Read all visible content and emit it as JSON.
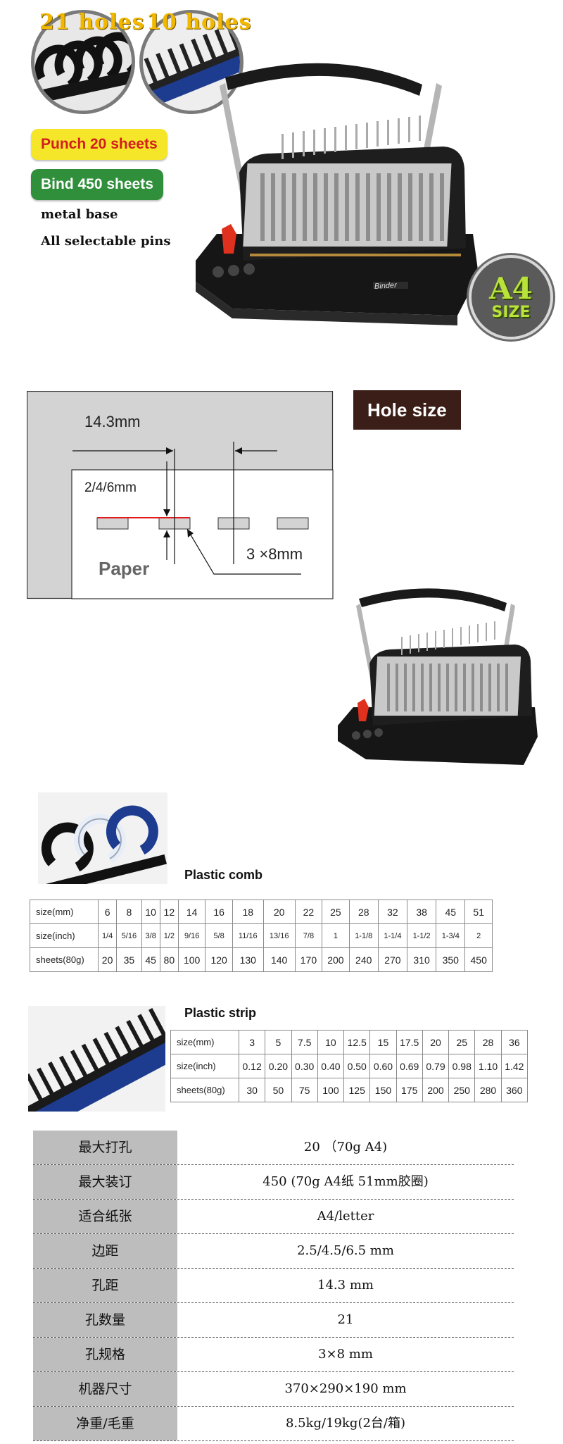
{
  "hero": {
    "holes_21": "21 holes",
    "holes_10": "10 holes",
    "punch_label": "Punch 20 sheets",
    "bind_label": "Bind 450 sheets",
    "features": [
      "metal base",
      "All selectable pins"
    ],
    "badge_a": "A4",
    "badge_size": "SIZE",
    "brand_plate": "Binder",
    "colors": {
      "punch_pill": "#f5e62a",
      "punch_text": "#d21e1e",
      "bind_pill": "#2f8f3a",
      "bind_text": "#ffffff",
      "badge_text": "#b9e23a"
    }
  },
  "hole_diagram": {
    "title": "Hole size",
    "pitch": "14.3mm",
    "margin": "2/4/6mm",
    "hole": "3 ×8mm",
    "paper": "Paper"
  },
  "comb": {
    "title": "Plastic comb",
    "rows": [
      {
        "label": "size(mm)",
        "cells": [
          "6",
          "8",
          "10",
          "12",
          "14",
          "16",
          "18",
          "20",
          "22",
          "25",
          "28",
          "32",
          "38",
          "45",
          "51"
        ]
      },
      {
        "label": "size(inch)",
        "cells": [
          "1/4",
          "5/16",
          "3/8",
          "1/2",
          "9/16",
          "5/8",
          "11/16",
          "13/16",
          "7/8",
          "1",
          "1-1/8",
          "1-1/4",
          "1-1/2",
          "1-3/4",
          "2"
        ]
      },
      {
        "label": "sheets(80g)",
        "cells": [
          "20",
          "35",
          "45",
          "80",
          "100",
          "120",
          "130",
          "140",
          "170",
          "200",
          "240",
          "270",
          "310",
          "350",
          "450"
        ]
      }
    ]
  },
  "strip": {
    "title": "Plastic strip",
    "rows": [
      {
        "label": "size(mm)",
        "cells": [
          "3",
          "5",
          "7.5",
          "10",
          "12.5",
          "15",
          "17.5",
          "20",
          "25",
          "28",
          "36"
        ]
      },
      {
        "label": "size(inch)",
        "cells": [
          "0.12",
          "0.20",
          "0.30",
          "0.40",
          "0.50",
          "0.60",
          "0.69",
          "0.79",
          "0.98",
          "1.10",
          "1.42"
        ]
      },
      {
        "label": "sheets(80g)",
        "cells": [
          "30",
          "50",
          "75",
          "100",
          "125",
          "150",
          "175",
          "200",
          "250",
          "280",
          "360"
        ]
      }
    ]
  },
  "params": [
    {
      "k": "最大打孔",
      "v": "20 （70g A4)"
    },
    {
      "k": "最大装订",
      "v": "450 (70g A4纸 51mm胶圈)"
    },
    {
      "k": "适合纸张",
      "v": "A4/letter"
    },
    {
      "k": "边距",
      "v": "2.5/4.5/6.5 mm"
    },
    {
      "k": "孔距",
      "v": "14.3 mm"
    },
    {
      "k": "孔数量",
      "v": "21"
    },
    {
      "k": "孔规格",
      "v": "3×8 mm"
    },
    {
      "k": "机器尺寸",
      "v": "370×290×190 mm"
    },
    {
      "k": "净重/毛重",
      "v": "8.5kg/19kg(2台/箱)"
    }
  ]
}
